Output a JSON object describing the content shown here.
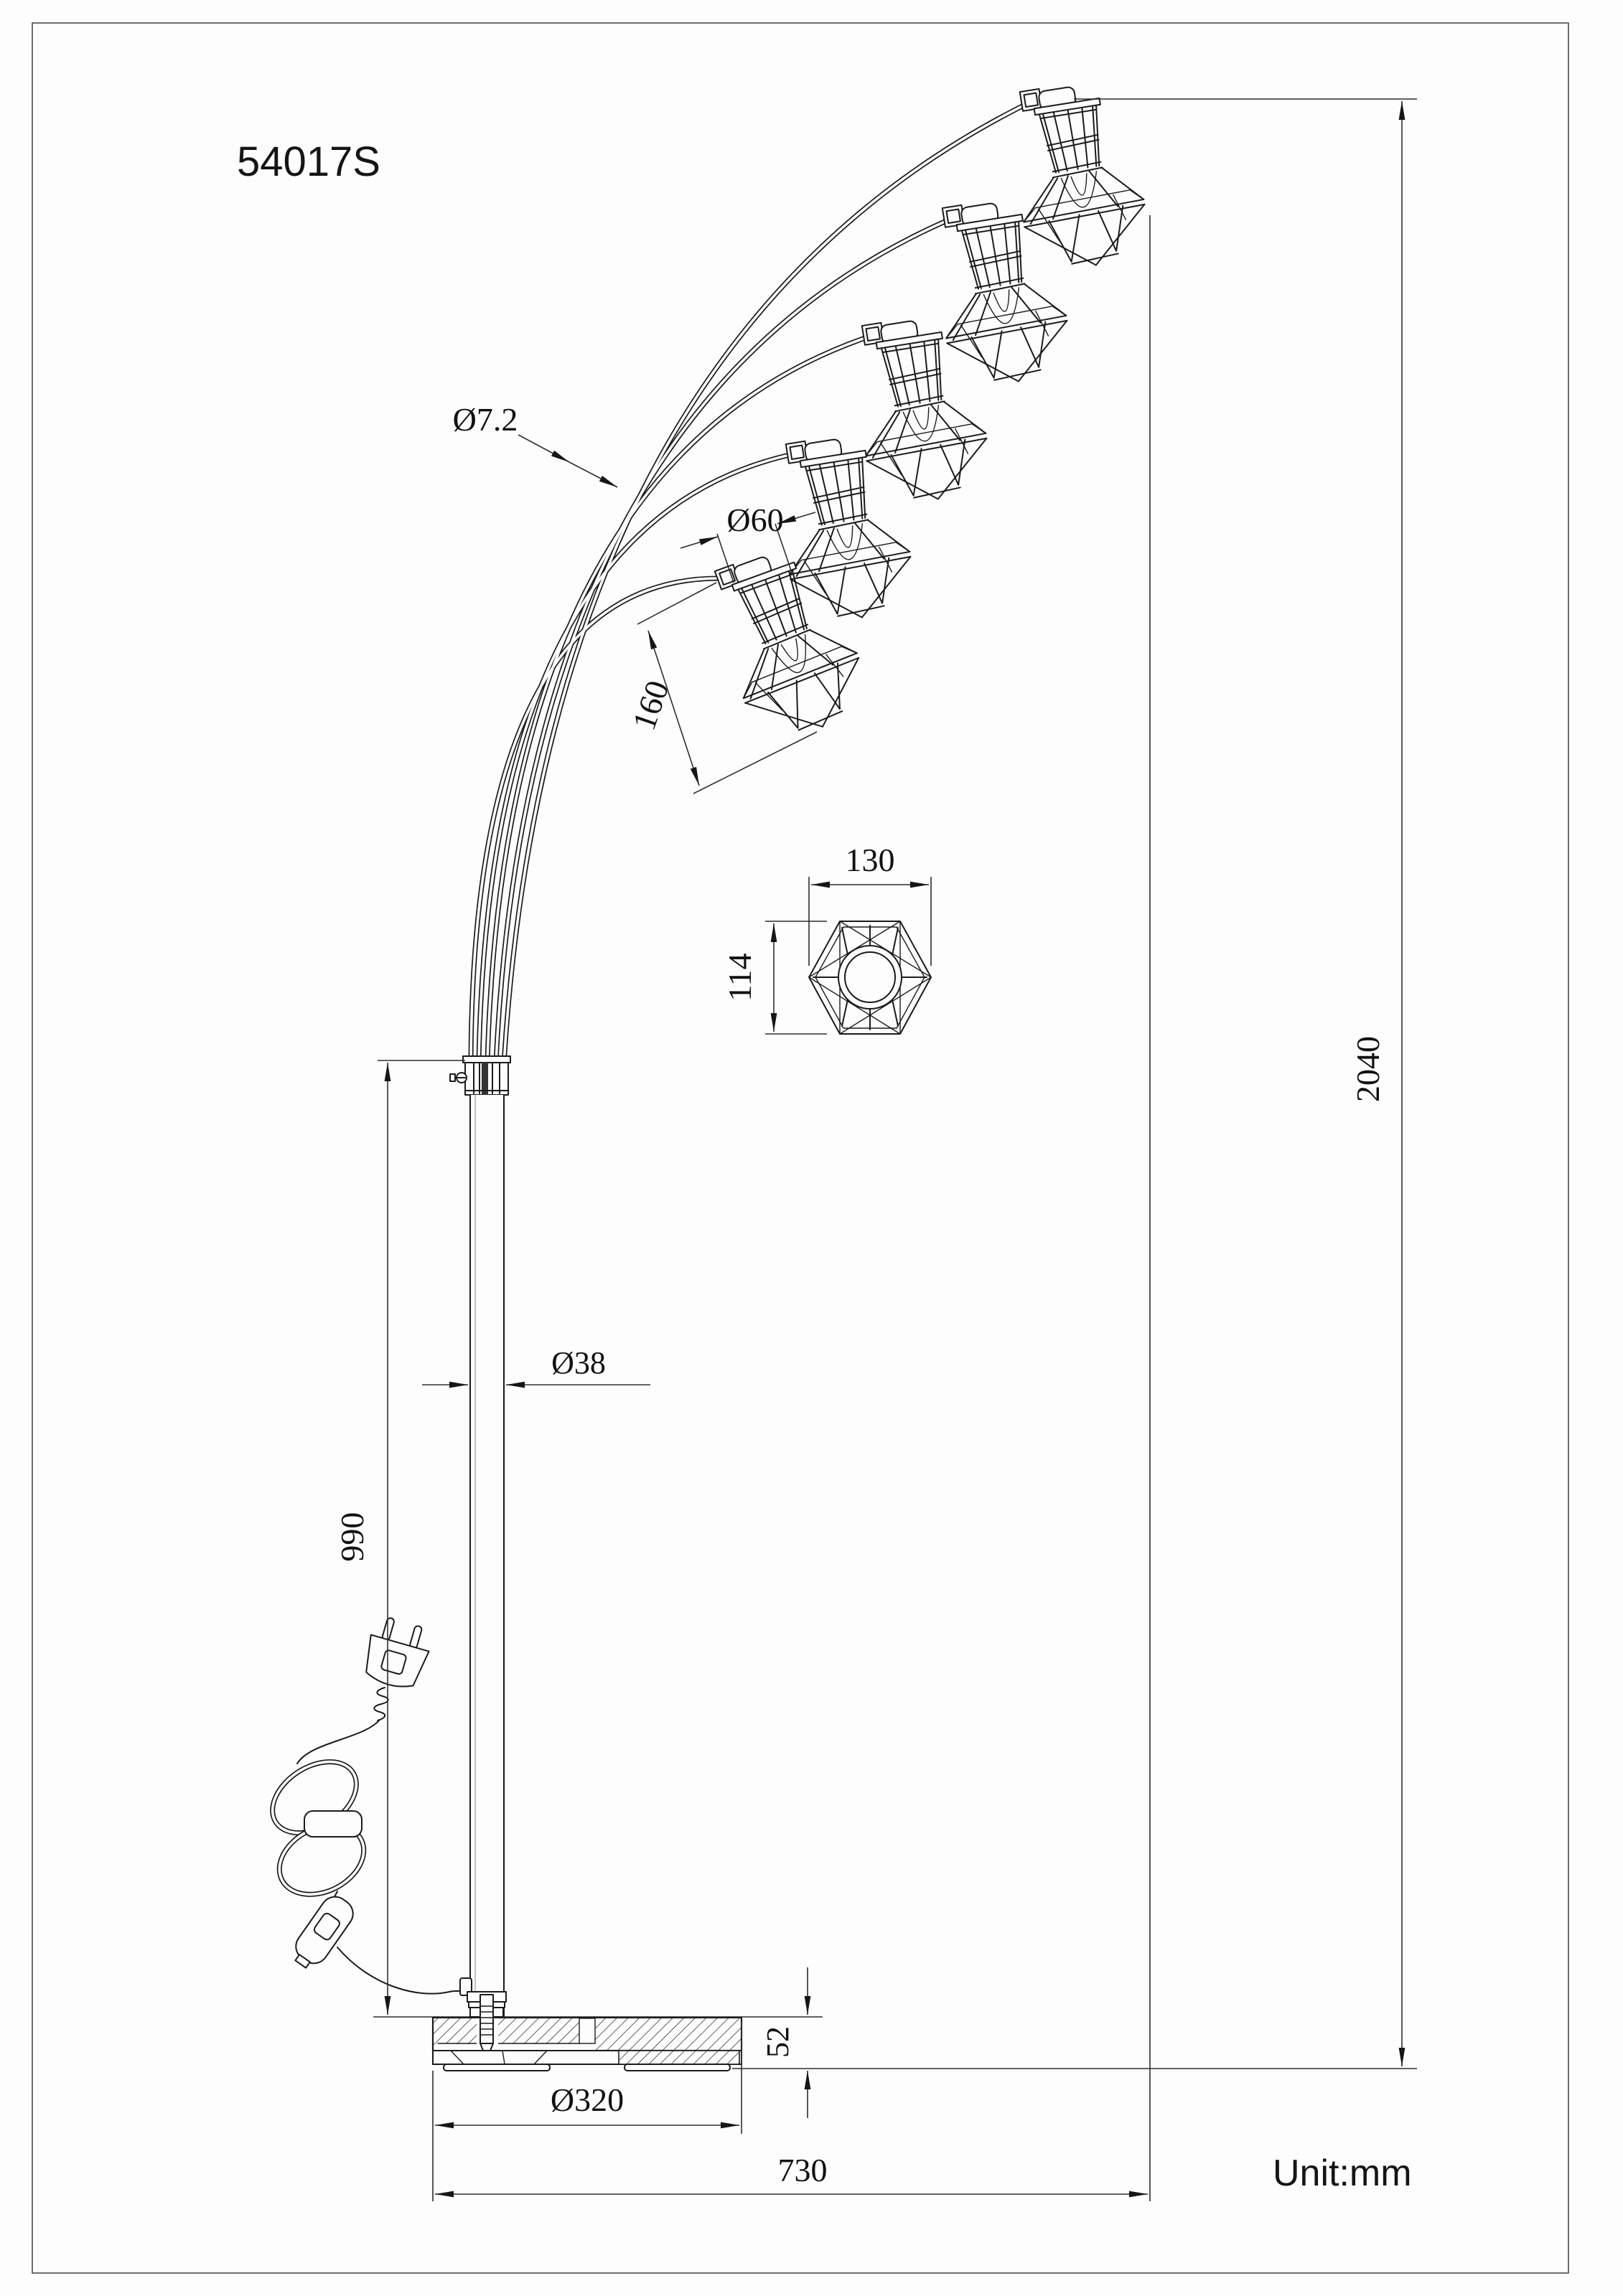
{
  "sheet": {
    "title": "54017S",
    "unit_label": "Unit:mm"
  },
  "dimensions": {
    "arm_tube_diameter": "Ø7.2",
    "shade_opening_diameter": "Ø60",
    "shade_height": "160",
    "shade_top_width": "130",
    "shade_top_depth": "114",
    "overall_height": "2040",
    "pole_diameter": "Ø38",
    "lower_pole_height": "990",
    "base_thickness": "52",
    "base_diameter": "Ø320",
    "overall_width": "730"
  }
}
